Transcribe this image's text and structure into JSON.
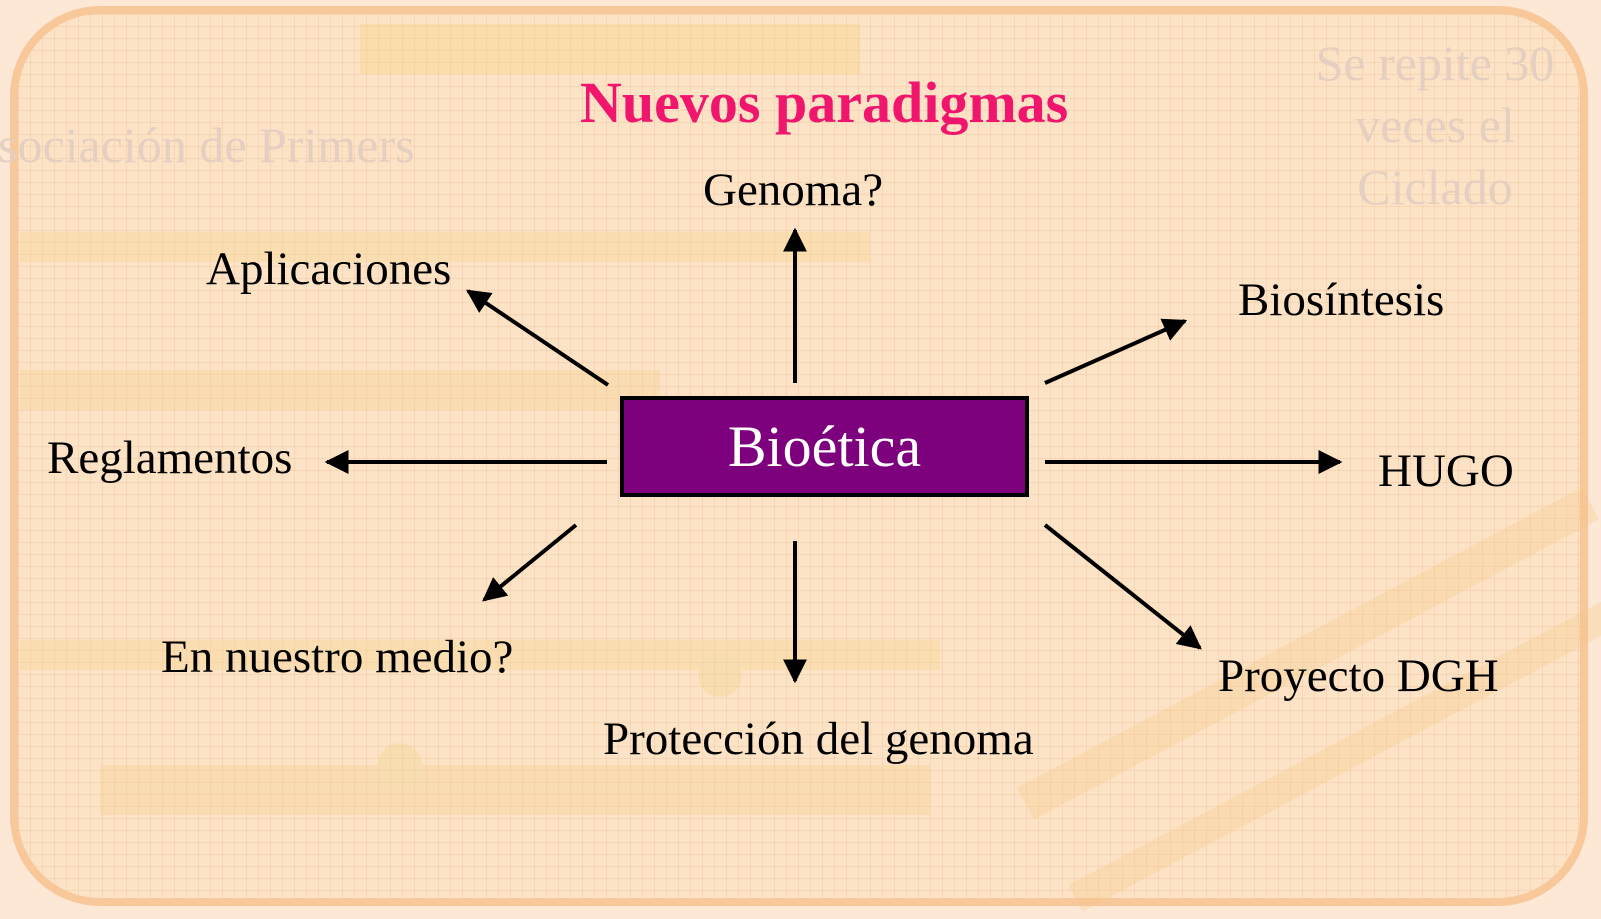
{
  "title": "Nuevos paradigmas",
  "center": "Bioética",
  "nodes": {
    "genoma": "Genoma?",
    "aplicaciones": "Aplicaciones",
    "biosintesis": "Biosíntesis",
    "reglamentos": "Reglamentos",
    "hugo": "HUGO",
    "en_nuestro_medio": "En nuestro medio?",
    "proteccion": "Protección del genoma",
    "proyecto_dgh": "Proyecto DGH"
  },
  "background_text": {
    "primers": "sociación de Primers",
    "ciclado_lines": [
      "Se repite 30",
      "veces el",
      "Ciclado"
    ]
  },
  "colors": {
    "title": "#f0166e",
    "center_fill": "#7d007d",
    "frame": "#f8c79a",
    "background": "#fde3c6"
  }
}
